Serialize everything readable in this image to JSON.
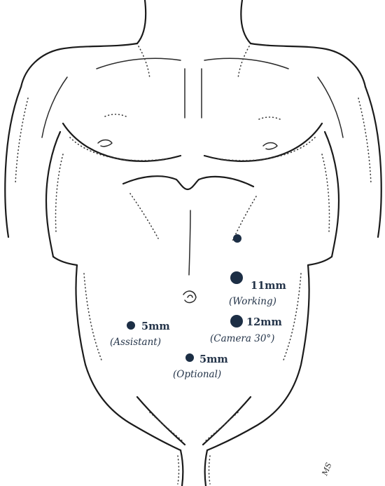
{
  "colors": {
    "port": "#1c2e45",
    "label": "#243449",
    "outline": "#1b1b1b"
  },
  "ports": [
    {
      "id": "upper",
      "size": "",
      "role": ""
    },
    {
      "id": "working",
      "size": "11mm",
      "role": "(Working)"
    },
    {
      "id": "camera",
      "size": "12mm",
      "role": "(Camera 30°)"
    },
    {
      "id": "assistant",
      "size": "5mm",
      "role": "(Assistant)"
    },
    {
      "id": "optional",
      "size": "5mm",
      "role": "(Optional)"
    }
  ],
  "signature": "MS"
}
